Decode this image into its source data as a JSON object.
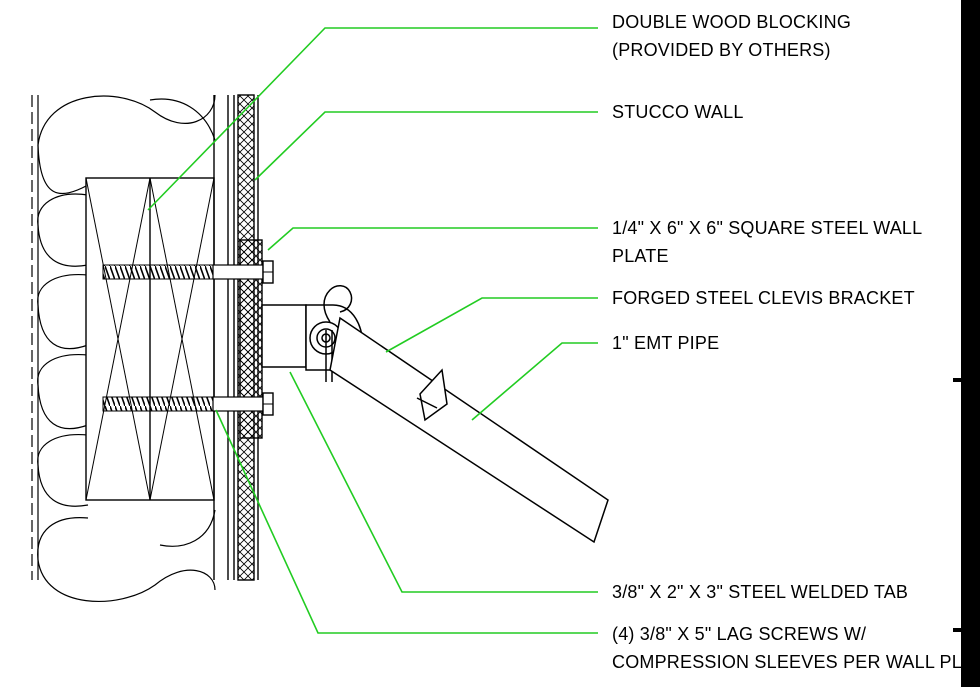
{
  "colors": {
    "ink": "#000000",
    "leader": "#22cc22",
    "background": "#ffffff"
  },
  "callouts": [
    {
      "id": "blocking",
      "lines": [
        "DOUBLE WOOD BLOCKING",
        "(PROVIDED BY OTHERS)"
      ]
    },
    {
      "id": "stucco",
      "lines": [
        "STUCCO WALL"
      ]
    },
    {
      "id": "plate",
      "lines": [
        "1/4\" X 6\" X 6\" SQUARE STEEL WALL",
        "PLATE"
      ]
    },
    {
      "id": "clevis",
      "lines": [
        "FORGED STEEL CLEVIS BRACKET"
      ]
    },
    {
      "id": "emt",
      "lines": [
        "1\" EMT PIPE"
      ]
    },
    {
      "id": "tab",
      "lines": [
        "3/8\" X 2\" X 3\" STEEL WELDED TAB"
      ]
    },
    {
      "id": "lag",
      "lines": [
        "(4) 3/8\" X 5\" LAG SCREWS W/",
        "COMPRESSION SLEEVES PER WALL PLATE"
      ]
    }
  ]
}
